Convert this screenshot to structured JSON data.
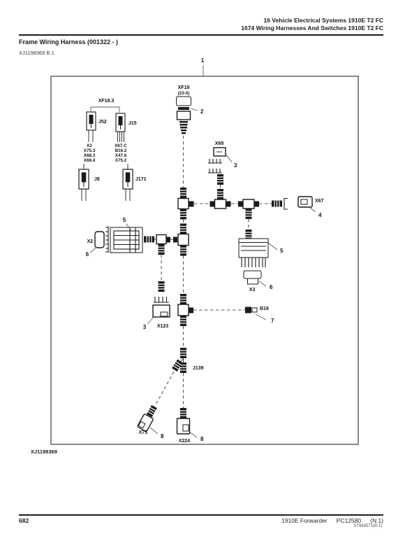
{
  "page": {
    "header": {
      "line1": "16 Vehicle Electrical Systems 1910E T2 FC",
      "line2": "1674 Wiring Harnesses And Switches 1910E T2 FC"
    },
    "title": "Frame Wiring Harness (001322 - )",
    "doc_ref": "XJ1198369 B.1",
    "figure_caption": "XJ1198369",
    "footer": {
      "page_number": "682",
      "model": "1910E Forwarder",
      "catalog": "PC12580",
      "revision": "(N.1)",
      "figure_ref": "ST868571(B.1)"
    }
  },
  "diagram": {
    "callouts": {
      "c1": "1",
      "c2": "2",
      "c3_x68": "3",
      "c4": "4",
      "c5_x2block": "5",
      "c6_x2": "6",
      "c5_x3block": "5",
      "c6_x3": "6",
      "c3_x123": "3",
      "c7": "7",
      "c8_x75": "8",
      "c8_x224": "8"
    },
    "labels": {
      "xf18": "XF18",
      "xf18_pins": "(23-5)",
      "xf18_3": "XF18.3",
      "j52": "J52",
      "j15": "J15",
      "stack_left": [
        "X2",
        "X75.3",
        "X68.3",
        "X68.4"
      ],
      "stack_right": [
        "X67.C",
        "B16.2",
        "X47.6",
        "X75.2"
      ],
      "j8": "J8",
      "j171": "J171",
      "x68": "X68",
      "x67": "X67",
      "x2": "X2",
      "x3": "X3",
      "x123": "X123",
      "b16": "B16",
      "j139": "J139",
      "x75": "X75",
      "x224": "X224"
    }
  }
}
